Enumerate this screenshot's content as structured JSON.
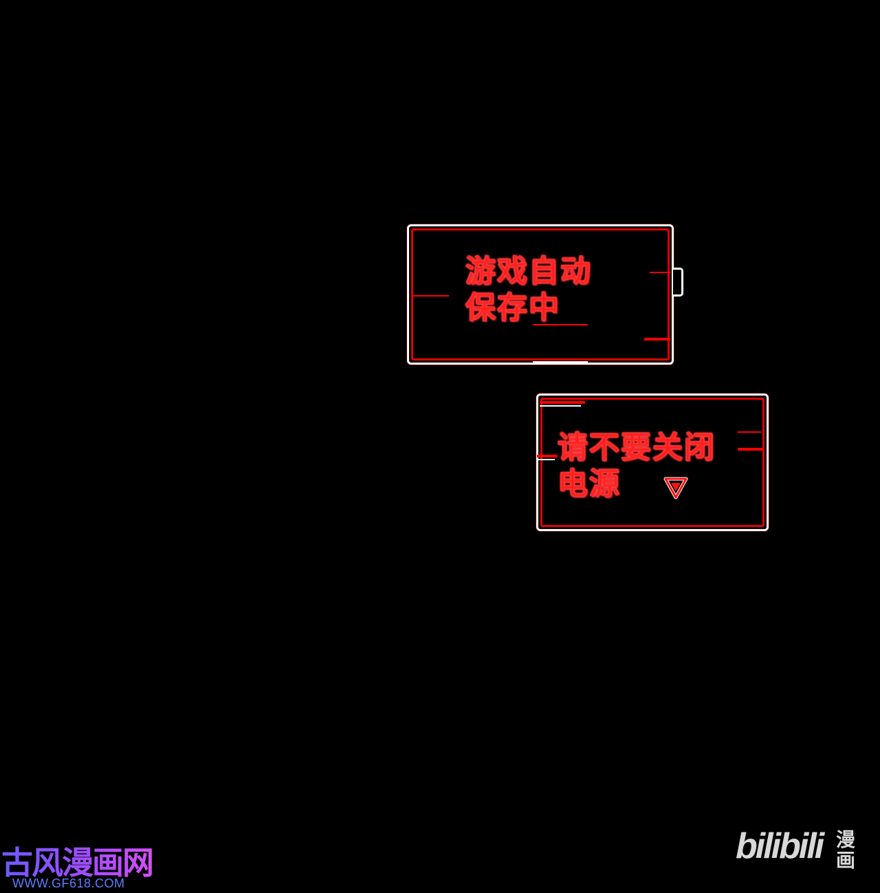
{
  "dialogs": {
    "save": {
      "line1": "游戏自动",
      "line2": "保存中"
    },
    "power": {
      "line1": "请不要关闭",
      "line2": "电源"
    }
  },
  "icons": {
    "advance": "advance-triangle-icon"
  },
  "watermarks": {
    "site_title": "古风漫画网",
    "site_url": "WWW.GF618.COM",
    "bili_logo": "bilibili",
    "bili_sub": "漫画"
  },
  "colors": {
    "background": "#000000",
    "text_red": "#ff1111",
    "frame_white": "#ffffff",
    "frame_red": "#e00000",
    "site_gradient_start": "#6a5cff",
    "site_gradient_end": "#d84dff",
    "site_url": "#5b7cff",
    "bili_gray": "#d8d8d8"
  }
}
